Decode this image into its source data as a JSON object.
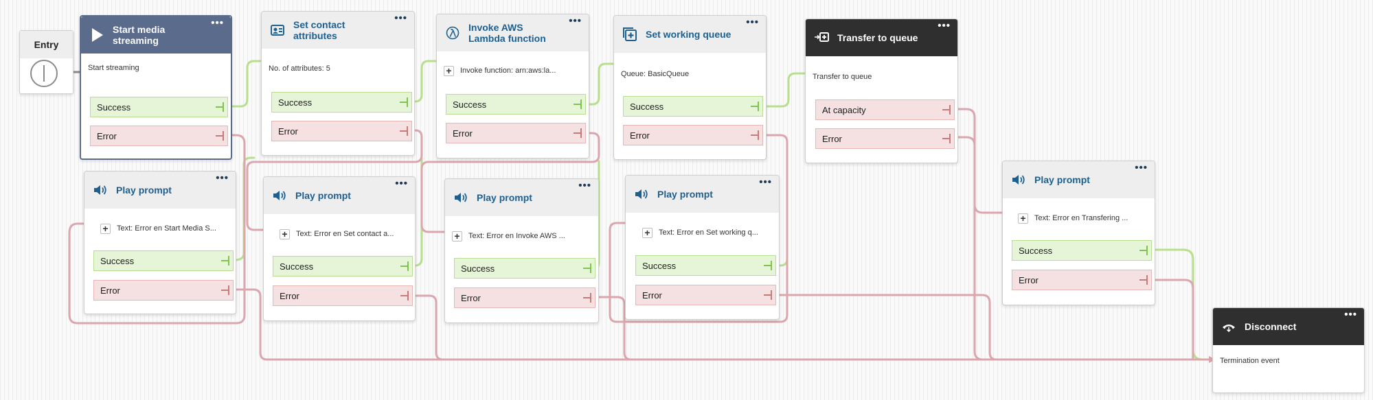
{
  "entry": {
    "label": "Entry"
  },
  "blocks": {
    "start_media": {
      "title": "Start media\nstreaming",
      "desc": "Start streaming",
      "success": "Success",
      "error": "Error"
    },
    "set_contact": {
      "title": "Set contact\nattributes",
      "desc": "No. of attributes: 5",
      "success": "Success",
      "error": "Error"
    },
    "lambda": {
      "title": "Invoke AWS\nLambda function",
      "desc": "Invoke function: arn:aws:la...",
      "success": "Success",
      "error": "Error"
    },
    "working_queue": {
      "title": "Set working queue",
      "desc": "Queue: BasicQueue",
      "success": "Success",
      "error": "Error"
    },
    "transfer": {
      "title": "Transfer to queue",
      "desc": "Transfer to queue",
      "at_capacity": "At capacity",
      "error": "Error"
    },
    "play1": {
      "title": "Play prompt",
      "desc": "Text: Error en Start Media S...",
      "success": "Success",
      "error": "Error"
    },
    "play2": {
      "title": "Play prompt",
      "desc": "Text: Error en Set contact a...",
      "success": "Success",
      "error": "Error"
    },
    "play3": {
      "title": "Play prompt",
      "desc": "Text: Error en Invoke AWS ...",
      "success": "Success",
      "error": "Error"
    },
    "play4": {
      "title": "Play prompt",
      "desc": "Text: Error en Set working q...",
      "success": "Success",
      "error": "Error"
    },
    "play5": {
      "title": "Play prompt",
      "desc": "Text: Error en Transfering ...",
      "success": "Success",
      "error": "Error"
    },
    "disconnect": {
      "title": "Disconnect",
      "desc": "Termination event"
    }
  },
  "menu_glyph": "•••",
  "colors": {
    "success_line": "#b8e08c",
    "error_line": "#dba6ad",
    "entry_line": "#8a8a8a",
    "title_blue": "#1d5f8f",
    "dark_header": "#2f2f2f",
    "slate_header": "#5b6b8c"
  },
  "icons": {
    "start_media": "play-triangle-icon",
    "set_contact": "contact-card-icon",
    "lambda": "lambda-icon",
    "working_queue": "add-queue-icon",
    "transfer": "transfer-queue-icon",
    "play_prompt": "speaker-icon",
    "disconnect": "phone-hangup-icon"
  }
}
